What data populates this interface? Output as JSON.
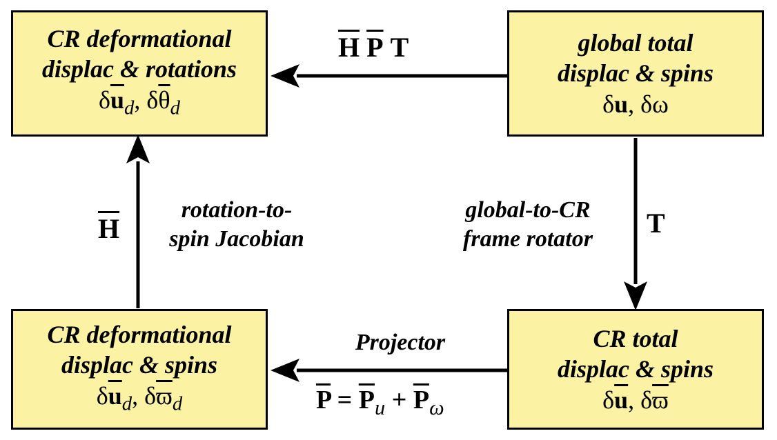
{
  "boxes": {
    "cr_def_rot": {
      "line1": "CR deformational",
      "line2": "displac & rotations",
      "sym1": "δ",
      "var1": "u",
      "sub1": "d",
      "sep": ", ",
      "sym2": "δ",
      "var2": "θ",
      "sub2": "d"
    },
    "global_total": {
      "line1": "global total",
      "line2": "displac & spins",
      "sym1": "δ",
      "var1": "u",
      "sep": ", ",
      "sym2": "δω"
    },
    "cr_def_spins": {
      "line1": "CR deformational",
      "line2": "displac & spins",
      "sym1": "δ",
      "var1": "u",
      "sub1": "d",
      "sep": ", ",
      "sym2": "δ",
      "var2": "ϖ",
      "sub2": "d"
    },
    "cr_total": {
      "line1": "CR total",
      "line2": "displac & spins",
      "sym1": "δ",
      "var1": "u",
      "sep": ", ",
      "sym2": "δ",
      "var2": "ϖ"
    }
  },
  "arrows": {
    "top": {
      "h": "H",
      "p": "P",
      "t": "T"
    },
    "left": {
      "h": "H",
      "label1": "rotation-to-",
      "label2": "spin Jacobian"
    },
    "right": {
      "t": "T",
      "label1": "global-to-CR",
      "label2": "frame rotator"
    },
    "bottom": {
      "label": "Projector",
      "p": "P",
      "eq": " = ",
      "pu": "P",
      "u": "u",
      "plus": " + ",
      "pw": "P",
      "w": "ω"
    }
  }
}
